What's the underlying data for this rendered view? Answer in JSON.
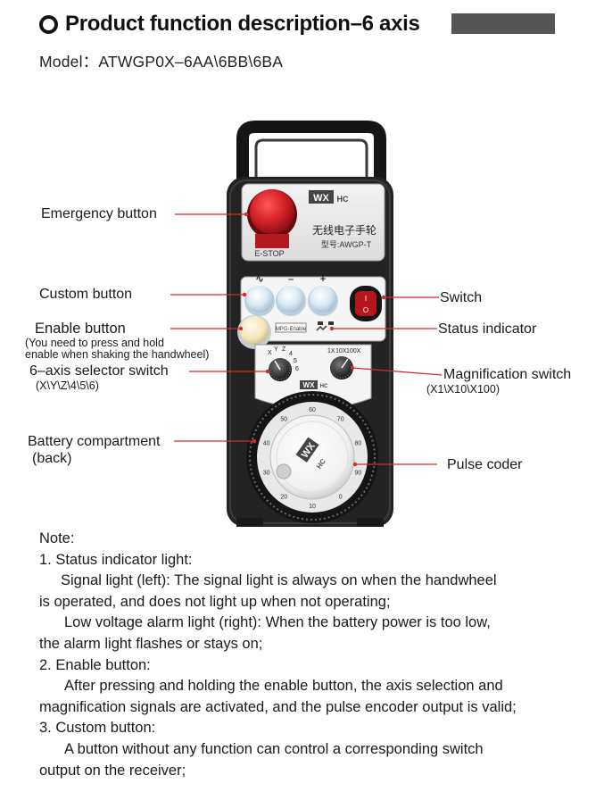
{
  "header": {
    "title": "Product function description–6 axis",
    "model": "Model：ATWGP0X–6AA\\6BB\\6BA"
  },
  "labels": {
    "emergency": "Emergency button",
    "custom": "Custom button",
    "enable": "Enable button",
    "enable_sub1": "(You need to press and hold",
    "enable_sub2": "enable when shaking the handwheel)",
    "axis": "6–axis selector switch",
    "axis_sub": "(X\\Y\\Z\\4\\5\\6)",
    "battery": "Battery compartment",
    "battery_sub": "(back)",
    "switch": "Switch",
    "status": "Status indicator",
    "magnification": "Magnification switch",
    "magnification_sub": "(X1\\X10\\X100)",
    "pulse": "Pulse coder"
  },
  "device": {
    "brand": "WX",
    "brand_suffix": "HC",
    "product_name": "无线电子手轮",
    "product_model": "型号:AWGP-T",
    "estop": "E-STOP",
    "mpg_enable": "MPG-Enable",
    "btn_symbols": [
      "∿",
      "–",
      "+"
    ],
    "mag_marks": [
      "1X",
      "10X",
      "100X"
    ],
    "axis_marks": [
      "X",
      "Y",
      "Z",
      "4",
      "5",
      "6"
    ],
    "dial_numbers": [
      "0",
      "10",
      "20",
      "30",
      "40",
      "50",
      "60",
      "70",
      "80",
      "90"
    ],
    "switch_marks": [
      "I",
      "O"
    ]
  },
  "notes": [
    "Note:",
    "1. Status indicator light:",
    "Signal light (left): The signal light is always on when the handwheel",
    "is operated, and does not light up when not operating;",
    "Low voltage alarm light (right): When the battery power is too low,",
    "the alarm light flashes or stays on;",
    "2. Enable button:",
    "After pressing and holding the enable button, the axis selection and",
    "magnification signals are activated, and the pulse encoder output is valid;",
    "3. Custom button:",
    "A button without any function can control a corresponding switch",
    "output on the receiver;"
  ],
  "colors": {
    "callout_line": "#d42a2a",
    "estop_red": "#d8232a",
    "body_dark": "#232323",
    "title_bar": "#555555"
  }
}
